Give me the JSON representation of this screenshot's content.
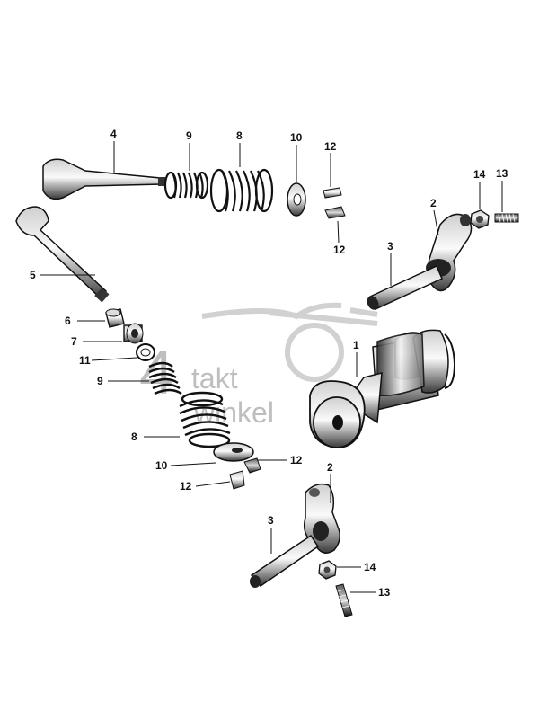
{
  "watermark": {
    "digit": "4",
    "line1": "takt",
    "line2": "winkel"
  },
  "part_numbers": {
    "p1": "1",
    "p2a": "2",
    "p2b": "2",
    "p3a": "3",
    "p3b": "3",
    "p4": "4",
    "p5": "5",
    "p6": "6",
    "p7": "7",
    "p8a": "8",
    "p8b": "8",
    "p9a": "9",
    "p9b": "9",
    "p10a": "10",
    "p10b": "10",
    "p11": "11",
    "p12a": "12",
    "p12b": "12",
    "p12c": "12",
    "p12d": "12",
    "p13a": "13",
    "p13b": "13",
    "p14a": "14",
    "p14b": "14"
  }
}
